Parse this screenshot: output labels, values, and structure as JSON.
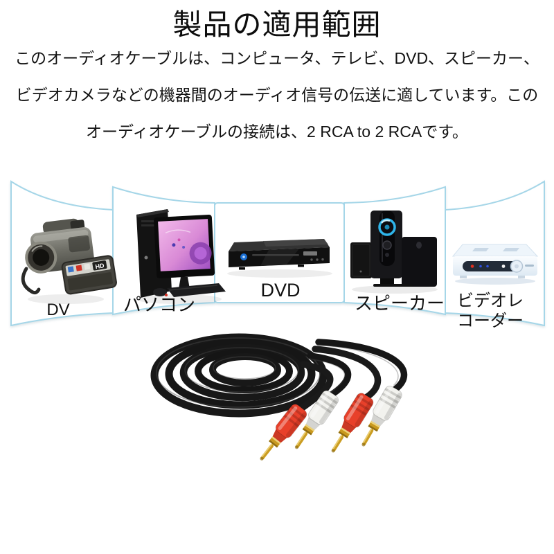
{
  "title": "製品の適用範囲",
  "intro": {
    "lines": [
      "このオーディオケーブルは、コンピュータ、テレビ、DVD、スピーカー、",
      "ビデオカメラなどの機器間のオーディオ信号の伝送に適しています。この",
      "オーディオケーブルの接続は、2 RCA to 2 RCAです。"
    ]
  },
  "carousel": {
    "panels": [
      {
        "id": "dv",
        "label": "DV",
        "device": "camcorder-image"
      },
      {
        "id": "pc",
        "label": "パソコン",
        "device": "desktop-pc-image"
      },
      {
        "id": "dvd",
        "label": "DVD",
        "device": "dvd-player-image"
      },
      {
        "id": "speaker",
        "label": "スピーカー",
        "device": "speaker-system-image"
      },
      {
        "id": "recorder",
        "label": "ビデオレ\nコーダー",
        "device": "video-recorder-image"
      }
    ]
  },
  "camcorder": {
    "hd_badge": "HD"
  },
  "cable": {
    "connectors": [
      "red",
      "white",
      "red",
      "white"
    ]
  },
  "colors": {
    "panel_border": "#a5d6e8",
    "text": "#101010",
    "connector_red": "#e8402a",
    "connector_white": "#f2f2ee",
    "connector_gold": "#c9991f",
    "cable_black": "#181818",
    "speaker_ring_blue": "#2fb5ea",
    "pc_screen_pink": "#d98ad6"
  }
}
